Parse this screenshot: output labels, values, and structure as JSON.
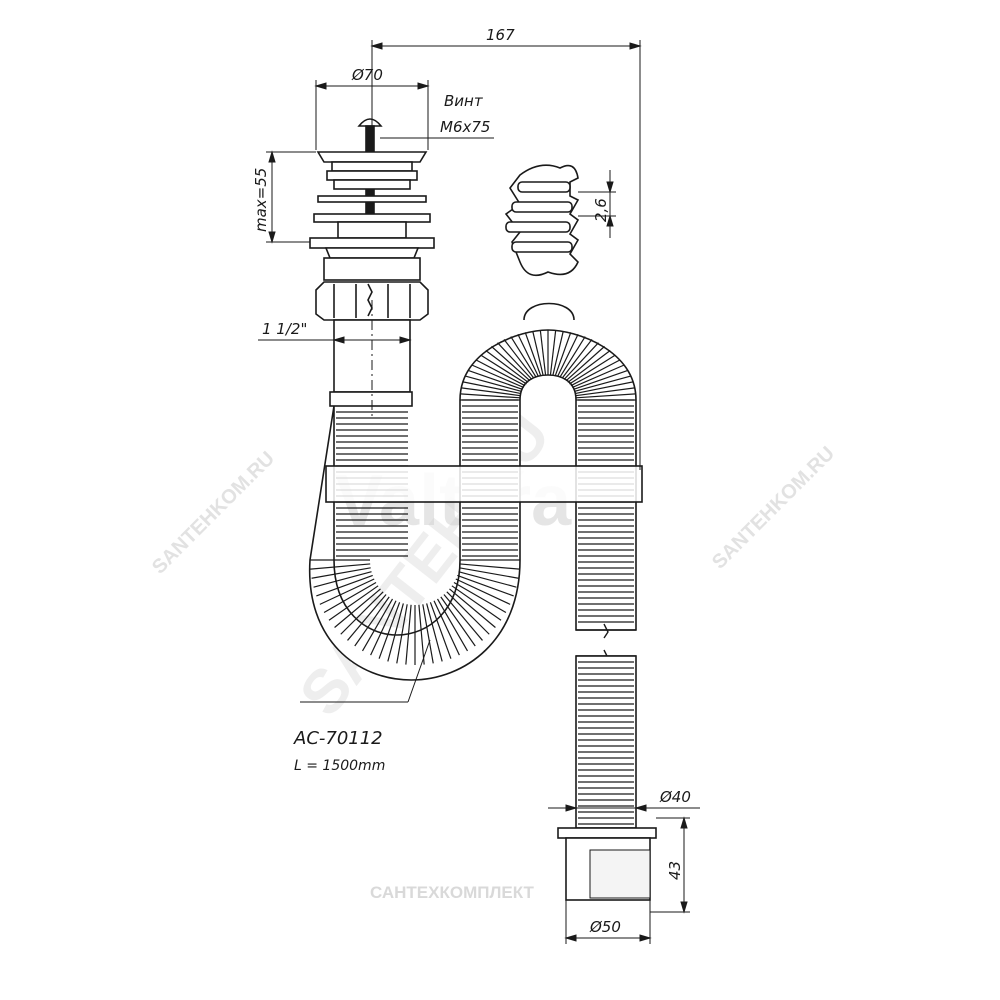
{
  "dimensions": {
    "overall_width": "167",
    "top_diameter": "Ø70",
    "screw_label": "Винт",
    "screw_size": "M6x75",
    "max_height": "max=55",
    "thread_size": "1 1/2\"",
    "corrugation_pitch": "2,6",
    "hose_diameter": "Ø40",
    "outlet_length": "43",
    "outlet_diameter": "Ø50"
  },
  "product": {
    "code": "AC-70112",
    "length": "L = 1500mm"
  },
  "watermarks": {
    "brand": "Valtera",
    "site_left": "SANTEHKOM.RU",
    "site_right": "SANTEHKOM.RU",
    "site_main": "SANTEH.RU",
    "bottom": "САНТЕХКОМПЛЕКТ"
  },
  "colors": {
    "line": "#1a1a1a",
    "fill": "#ffffff",
    "watermark": "#cfcfcf"
  }
}
